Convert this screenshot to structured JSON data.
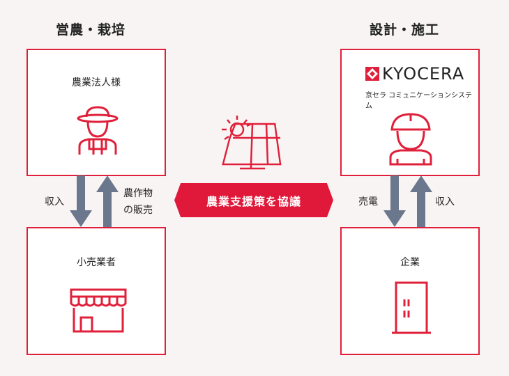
{
  "left_title": "営農・栽培",
  "right_title": "設計・施工",
  "boxes": {
    "farm": "農業法人様",
    "retail": "小売業者",
    "company": "企業",
    "kyocera_logo": "KYOCERA",
    "kyocera_sub": "京セラ コミュニケーションシステム"
  },
  "arrows": {
    "left_down": "収入",
    "left_up_1": "農作物",
    "left_up_2": "の販売",
    "right_down": "売電",
    "right_up": "収入"
  },
  "banner": "農業支援策を協議",
  "colors": {
    "accent": "#e0203a",
    "arrow": "#6b778c",
    "background": "#f9f4f4"
  }
}
